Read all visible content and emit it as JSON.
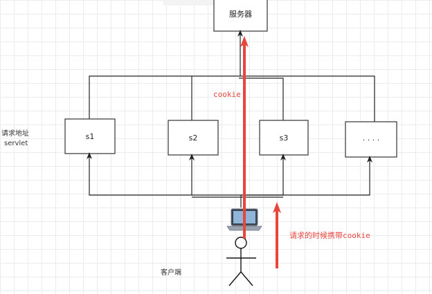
{
  "diagram": {
    "server_label": "服务器",
    "servlets": [
      {
        "label": "s1"
      },
      {
        "label": "s2"
      },
      {
        "label": "s3"
      },
      {
        "label": "· · · ·"
      }
    ],
    "request_address_label": "请求地址",
    "servlet_label": "servlet",
    "client_label": "客户端",
    "cookie_label": "cookie",
    "request_carry_label": "请求的时候携带cookie",
    "colors": {
      "accent_red": "#e8453c",
      "line": "#222222",
      "box_border": "#333333"
    },
    "icons": {
      "client_device": "laptop-icon",
      "client_person": "stick-figure-icon"
    }
  }
}
